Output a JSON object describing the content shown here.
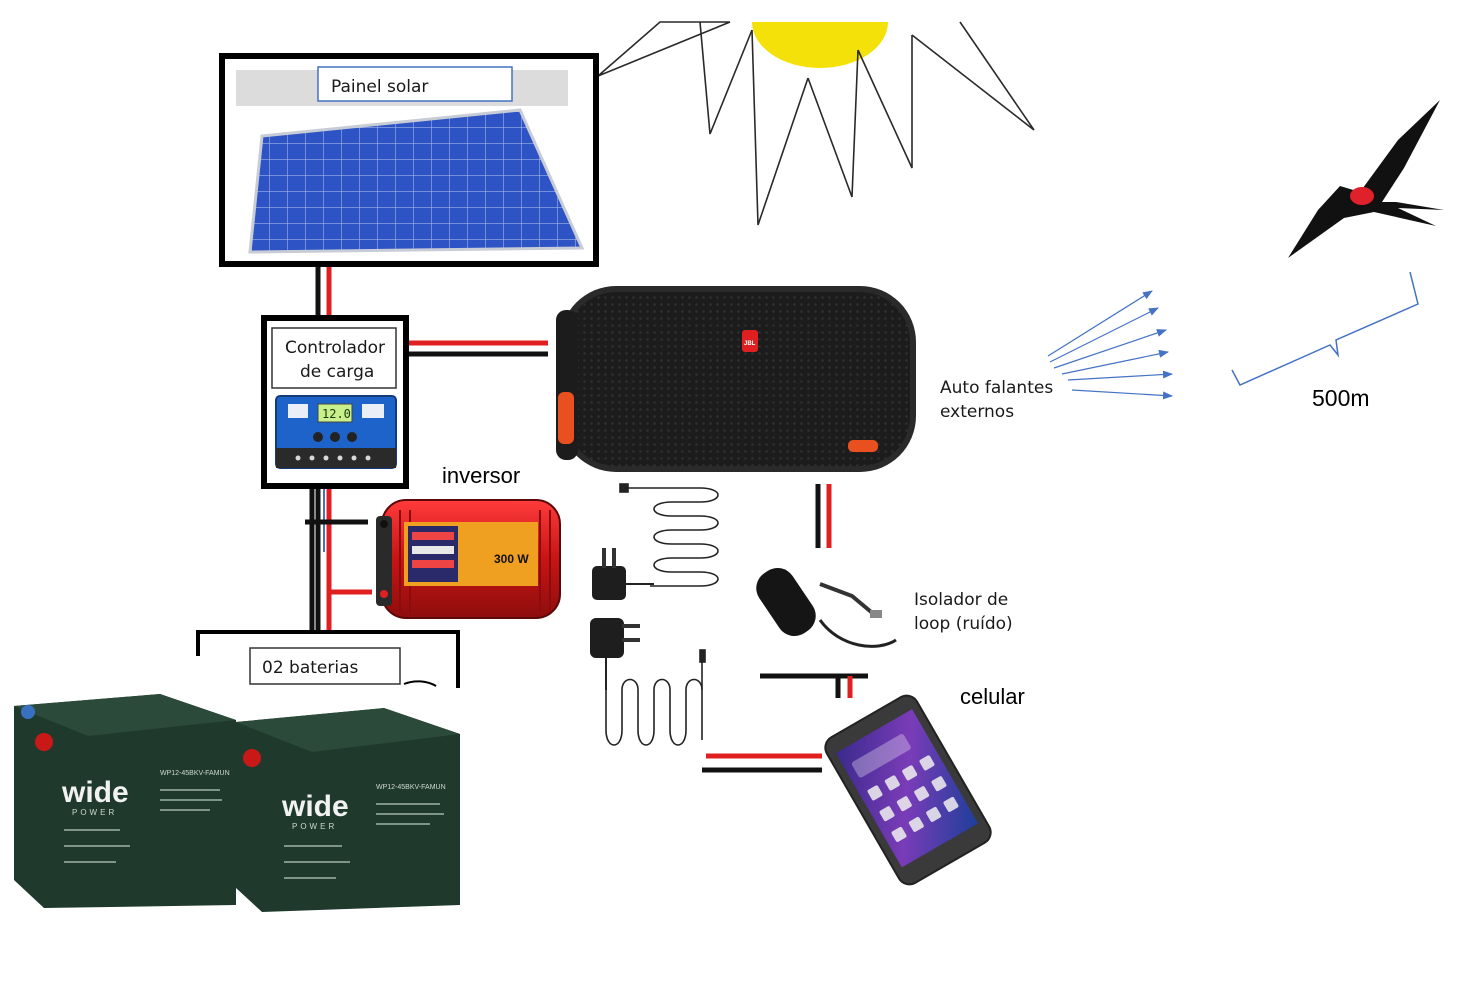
{
  "labels": {
    "solar_panel": "Painel solar",
    "charge_controller_line1": "Controlador",
    "charge_controller_line2": "de carga",
    "inverter": "inversor",
    "batteries": "02 baterias",
    "speakers_line1": "Auto falantes",
    "speakers_line2": "externos",
    "loop_isolator_line1": "Isolador de",
    "loop_isolator_line2": "loop (ruído)",
    "cellphone": "celular",
    "distance": "500m"
  },
  "device_text": {
    "speaker_brand": "JBL",
    "controller_display": "12.0",
    "inverter_rating": "300 W",
    "battery_brand": "wide",
    "battery_brand_sub": "POWER",
    "battery_model": "WP12-45BKV-FAMUN"
  },
  "colors": {
    "wire_red": "#e02020",
    "wire_black": "#111111",
    "sun": "#f5e10a",
    "panel_blue": "#2c4fc0",
    "arrow_blue": "#4472c4",
    "inverter_red": "#d21a1a",
    "battery_green": "#1f3a2c"
  }
}
